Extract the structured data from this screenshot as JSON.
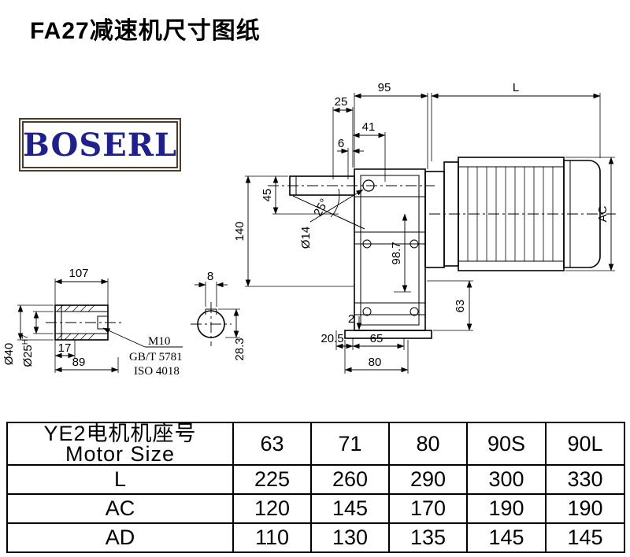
{
  "page": {
    "title": "FA27减速机尺寸图纸"
  },
  "logo": {
    "text": "BOSERL"
  },
  "drawing": {
    "dims": {
      "d95": "95",
      "d25": "25",
      "L": "L",
      "d41": "41",
      "d6": "6",
      "d45": "45",
      "angle": "25°",
      "d140": "140",
      "dia14": "Ø14",
      "d98_7": "98.7",
      "AC": "AC",
      "d63": "63",
      "d2": "2",
      "d20_5": "20.5",
      "d65": "65",
      "d80": "80"
    },
    "shaft": {
      "d107": "107",
      "d8": "8",
      "d17": "17",
      "d89": "89",
      "m10": "M10",
      "gb": "GB/T 5781",
      "iso": "ISO 4018",
      "dia40": "Ø40",
      "dia25": "Ø25",
      "dia25_tol": "H7",
      "d28_3": "28.3"
    }
  },
  "table": {
    "header_cn": "YE2电机机座号",
    "header_en": "Motor Size",
    "columns": [
      "63",
      "71",
      "80",
      "90S",
      "90L"
    ],
    "rows": [
      {
        "label": "L",
        "values": [
          "225",
          "260",
          "290",
          "300",
          "330"
        ]
      },
      {
        "label": "AC",
        "values": [
          "120",
          "145",
          "170",
          "190",
          "190"
        ]
      },
      {
        "label": "AD",
        "values": [
          "110",
          "130",
          "135",
          "145",
          "145"
        ]
      }
    ]
  }
}
